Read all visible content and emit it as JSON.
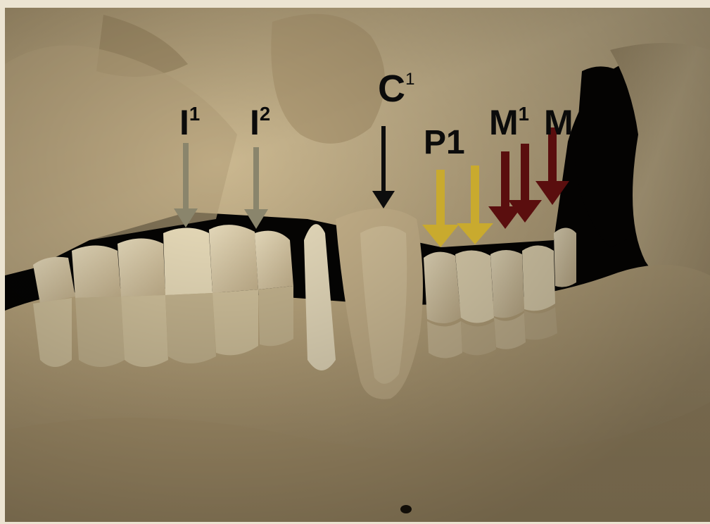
{
  "figure": {
    "labels": {
      "i1": {
        "base": "I",
        "sup": "1"
      },
      "i2": {
        "base": "I",
        "sup": "2"
      },
      "c1": {
        "base": "C",
        "sup": "1"
      },
      "p1": {
        "text": "P1"
      },
      "m1": {
        "base": "M",
        "sup": "1"
      },
      "m2": {
        "base": "M"
      }
    },
    "colors": {
      "incisor_arrow": "#8a856c",
      "canine_arrow": "#0d0d0d",
      "premolar_arrow": "#c9aa2e",
      "molar_arrow": "#5a0e0e",
      "background": "#000000",
      "bone": "#c9b48c",
      "frame": "#ece4d2"
    }
  }
}
